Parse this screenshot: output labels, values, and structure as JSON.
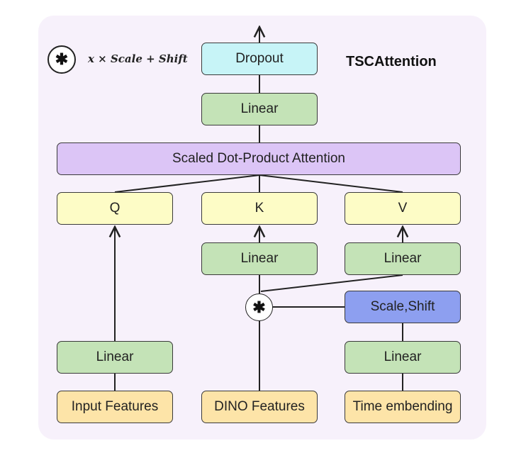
{
  "title": "TSCAttention",
  "legend": {
    "symbol": "✱",
    "formula": "x × Scale + Shift"
  },
  "nodes": {
    "dropout": "Dropout",
    "linear_out": "Linear",
    "attention": "Scaled Dot-Product Attention",
    "q": "Q",
    "k": "K",
    "v": "V",
    "linear_k": "Linear",
    "linear_v": "Linear",
    "combine_symbol": "✱",
    "scale_shift": "Scale,Shift",
    "linear_q": "Linear",
    "linear_time": "Linear",
    "input_features": "Input Features",
    "dino_features": "DINO Features",
    "time_embedding": "Time embending"
  },
  "colors": {
    "linear": "#c4e3b7",
    "qkv": "#fdfcc6",
    "inputs": "#fde4a8",
    "attention": "#dcc5f6",
    "dropout": "#c7f4f7",
    "scale_shift": "#8d9ff0",
    "panel": "#f7f1fb"
  }
}
